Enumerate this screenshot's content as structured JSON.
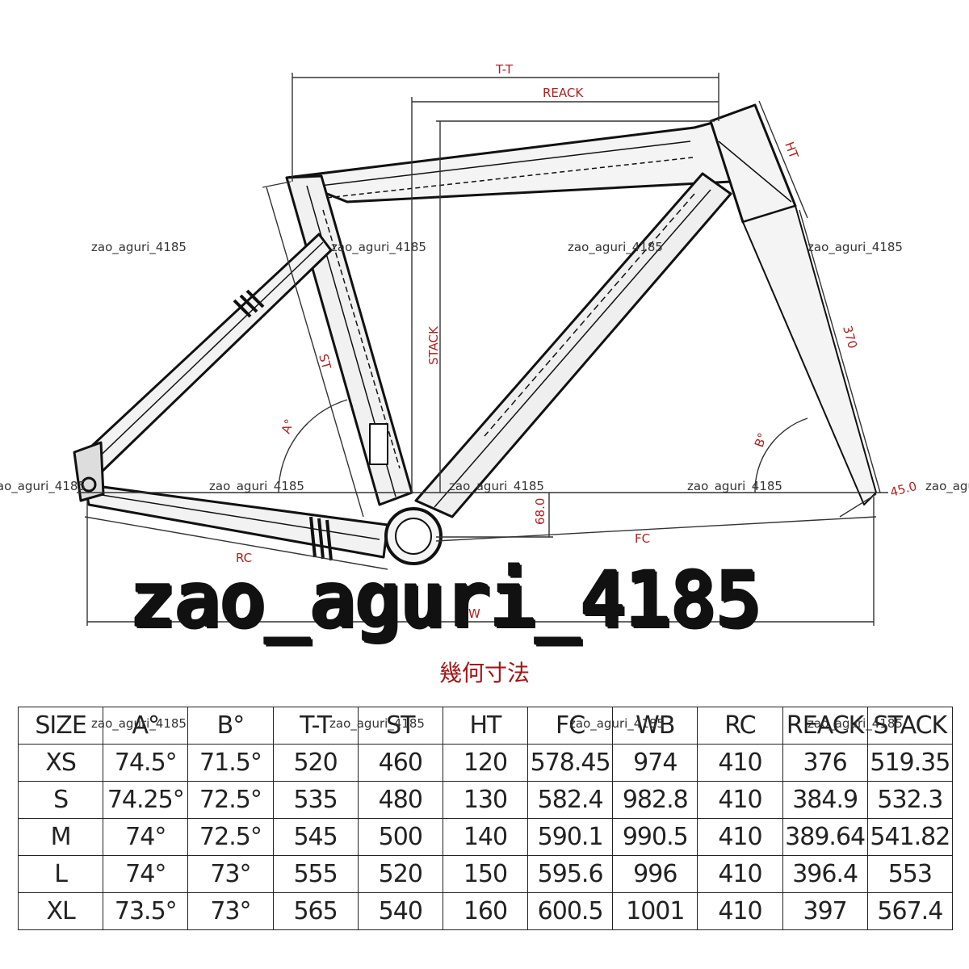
{
  "diagram": {
    "labels": {
      "tt": "T-T",
      "reach": "REACK",
      "ht": "HT",
      "stack": "STACK",
      "st": "ST",
      "head_len": "370",
      "angle_a": "A°",
      "angle_b": "B°",
      "fork_offset": "45.0",
      "bb_drop": "68.0",
      "fc": "FC",
      "rc": "RC",
      "wb": "W"
    },
    "watermark": "zao_aguri_4185",
    "big_watermark": "zao_aguri_4185"
  },
  "title": "幾何寸法",
  "table": {
    "headers": [
      "SIZE",
      "A°",
      "B°",
      "T-T",
      "ST",
      "HT",
      "FC",
      "WB",
      "RC",
      "REACK",
      "STACK"
    ],
    "rows": [
      [
        "XS",
        "74.5°",
        "71.5°",
        "520",
        "460",
        "120",
        "578.45",
        "974",
        "410",
        "376",
        "519.35"
      ],
      [
        "S",
        "74.25°",
        "72.5°",
        "535",
        "480",
        "130",
        "582.4",
        "982.8",
        "410",
        "384.9",
        "532.3"
      ],
      [
        "M",
        "74°",
        "72.5°",
        "545",
        "500",
        "140",
        "590.1",
        "990.5",
        "410",
        "389.64",
        "541.82"
      ],
      [
        "L",
        "74°",
        "73°",
        "555",
        "520",
        "150",
        "595.6",
        "996",
        "410",
        "396.4",
        "553"
      ],
      [
        "XL",
        "73.5°",
        "73°",
        "565",
        "540",
        "160",
        "600.5",
        "1001",
        "410",
        "397",
        "567.4"
      ]
    ]
  }
}
